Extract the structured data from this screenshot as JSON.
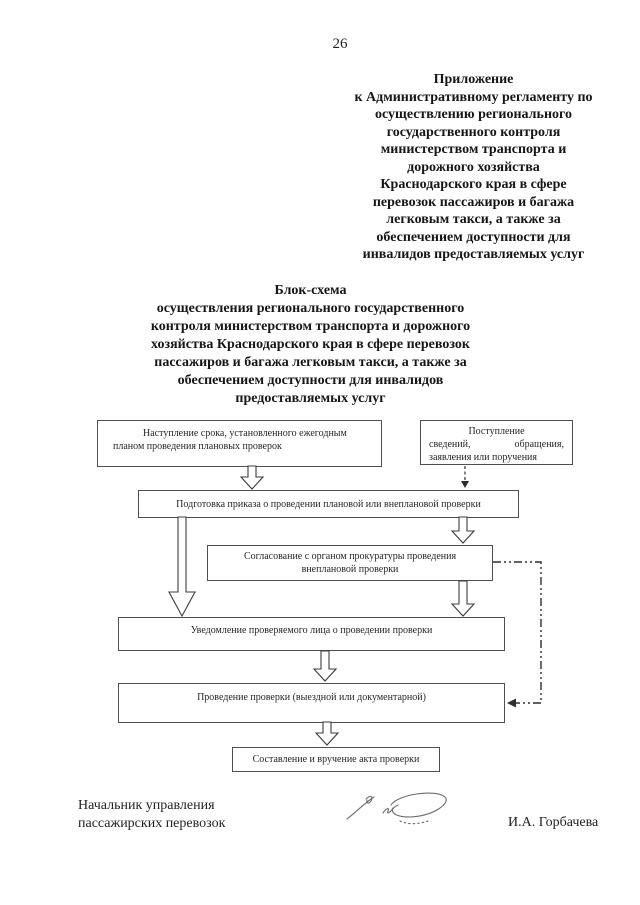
{
  "page": {
    "number": "26"
  },
  "annex": {
    "lines": [
      "Приложение",
      "к Административному регламенту по",
      "осуществлению регионального",
      "государственного контроля",
      "министерством транспорта и",
      "дорожного хозяйства",
      "Краснодарского края в сфере",
      "перевозок пассажиров и багажа",
      "легковым такси, а также за",
      "обеспечением доступности для",
      "инвалидов предоставляемых услуг"
    ]
  },
  "title": {
    "lines": [
      "Блок-схема",
      "осуществления регионального государственного",
      "контроля министерством транспорта и дорожного",
      "хозяйства Краснодарского края в сфере перевозок",
      "пассажиров и багажа легковым такси, а также за",
      "обеспечением доступности для инвалидов",
      "предоставляемых услуг"
    ]
  },
  "flowchart": {
    "box_annual_plan": {
      "line1": "Наступление срока, установленного ежегодным",
      "line2": "планом проведения плановых проверок"
    },
    "box_incoming": {
      "line1": "Поступление",
      "line2_left": "сведений,",
      "line2_right": "обращения,",
      "line3": "заявления или поручения"
    },
    "box_order": "Подготовка приказа о проведении плановой или внеплановой проверки",
    "box_prosecutor": {
      "lines": [
        "Согласование с органом прокуратуры проведения",
        "внеплановой проверки"
      ]
    },
    "box_notify": "Уведомление проверяемого лица о проведении проверки",
    "box_conduct": "Проведение проверки (выездной или документарной)",
    "box_act": "Составление и вручение акта проверки"
  },
  "signature": {
    "role_lines": [
      "Начальник управления",
      "пассажирских перевозок"
    ],
    "name": "И.А. Горбачева"
  },
  "colors": {
    "ink": "#1e1e1e",
    "box_border": "#4e4e4e",
    "arrow_outline": "#3c3c3c",
    "signature_ink": "#6b6b6b"
  }
}
